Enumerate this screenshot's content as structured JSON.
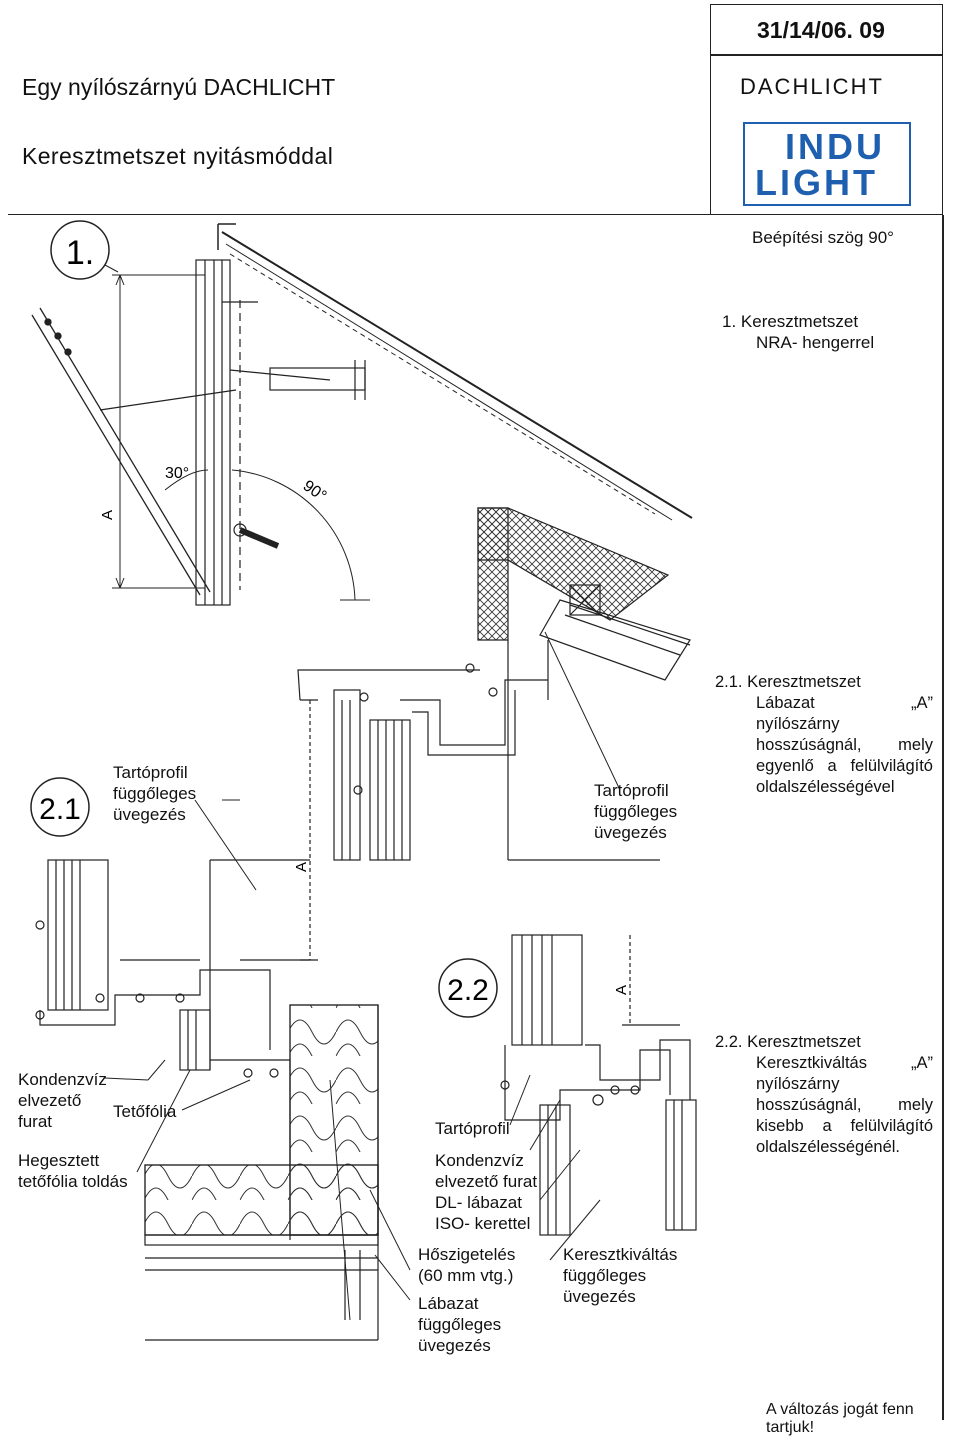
{
  "header": {
    "title_main": "Egy nyílószárnyú DACHLICHT",
    "title_sub": "Keresztmetszet nyitásmóddal",
    "doc_number": "31/14/06. 09",
    "product": "DACHLICHT",
    "logo_line1": "INDU",
    "logo_line2": "LIGHT"
  },
  "side_notes": {
    "install_angle": "Beépítési szög 90°",
    "sec1_line1": "1.  Keresztmetszet",
    "sec1_line2": "NRA- hengerrel",
    "sec21_lines": [
      "2.1. Keresztmetszet",
      "Lábazat  „A”",
      "nyílószárny",
      "hosszúságnál, mely",
      "egyenlő a felülvilágító",
      "oldalszélességével"
    ],
    "sec22_lines": [
      "2.2. Keresztmetszet",
      "Keresztkiváltás  „A”",
      "nyílószárny",
      "hosszúságnál, mely",
      "kisebb a felülvilágító",
      "oldalszélességénél."
    ]
  },
  "drawing": {
    "detail1_tag": "1.",
    "detail21_tag": "2.1",
    "detail22_tag": "2.2",
    "angle30": "30°",
    "angle90": "90°",
    "dim_a": "A"
  },
  "labels": {
    "tartoprofil_left": [
      "Tartóprofil",
      "függőleges",
      "üvegezés"
    ],
    "tartoprofil_right": [
      "Tartóprofil",
      "függőleges",
      "üvegezés"
    ],
    "kondenzviz": [
      "Kondenzvíz",
      "elvezető",
      "furat"
    ],
    "tetofolia": "Tetőfólia",
    "hegesztett": [
      "Hegesztett",
      "tetőfólia toldás"
    ],
    "tartoprofil_b": "Tartóprofil",
    "kondenzviz_b": [
      "Kondenzvíz",
      "elvezető furat"
    ],
    "dl_labazat": [
      "DL- lábazat",
      "ISO- kerettel"
    ],
    "hoszigeteles": [
      "Hőszigetelés",
      "(60 mm vtg.)"
    ],
    "labazat_fugg": [
      "Lábazat",
      "függőleges",
      "üvegezés"
    ],
    "keresztkivaltas": [
      "Keresztkiváltás",
      "függőleges",
      "üvegezés"
    ]
  },
  "footer": {
    "notice": "A változás jogát fenn tartjuk!"
  },
  "colors": {
    "logo_blue": "#1f5fb0",
    "line": "#111111"
  }
}
